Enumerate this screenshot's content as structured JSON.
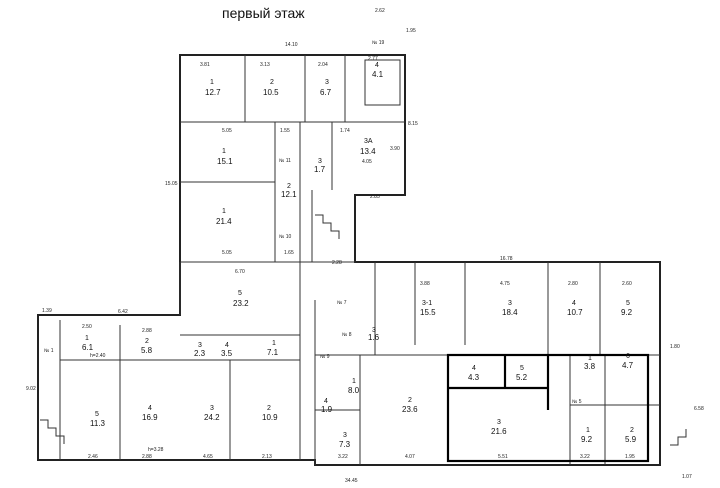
{
  "title": "первый этаж",
  "rooms": [
    {
      "num": "1",
      "area": "12.7"
    },
    {
      "num": "2",
      "area": "10.5"
    },
    {
      "num": "3",
      "area": "6.7"
    },
    {
      "num": "4",
      "area": "4.1"
    },
    {
      "num": "1",
      "area": "15.1"
    },
    {
      "num": "3",
      "area": "1.7"
    },
    {
      "num": "3А",
      "area": "13.4"
    },
    {
      "num": "2",
      "area": "12.1"
    },
    {
      "num": "1",
      "area": "21.4"
    },
    {
      "num": "5",
      "area": "23.2"
    },
    {
      "num": "1",
      "area": "6.1"
    },
    {
      "num": "2",
      "area": "5.8"
    },
    {
      "num": "3",
      "area": "2.3"
    },
    {
      "num": "4",
      "area": "3.5"
    },
    {
      "num": "1",
      "area": "7.1"
    },
    {
      "num": "5",
      "area": "11.3"
    },
    {
      "num": "4",
      "area": "16.9"
    },
    {
      "num": "3",
      "area": "24.2"
    },
    {
      "num": "2",
      "area": "10.9"
    },
    {
      "num": "3-1",
      "area": "15.5"
    },
    {
      "num": "3",
      "area": "18.4"
    },
    {
      "num": "4",
      "area": "10.7"
    },
    {
      "num": "5",
      "area": "9.2"
    },
    {
      "num": "3",
      "area": "1.6"
    },
    {
      "num": "1",
      "area": "8.0"
    },
    {
      "num": "4",
      "area": "1.9"
    },
    {
      "num": "3",
      "area": "7.3"
    },
    {
      "num": "2",
      "area": "23.6"
    },
    {
      "num": "4",
      "area": "4.3"
    },
    {
      "num": "5",
      "area": "5.2"
    },
    {
      "num": "3",
      "area": "21.6"
    },
    {
      "num": "1",
      "area": "3.8"
    },
    {
      "num": "6",
      "area": "4.7"
    },
    {
      "num": "1",
      "area": "9.2"
    },
    {
      "num": "2",
      "area": "5.9"
    }
  ],
  "markers": [
    "№ 19",
    "№ 11",
    "№ 10",
    "№ 7",
    "№ 8",
    "№ 9",
    "№ 1",
    "№ 5",
    "h=2.40",
    "h=3.28"
  ],
  "dimensions": [
    "14.10",
    "2.62",
    "1.95",
    "3.81",
    "3.13",
    "2.04",
    "2.77",
    "15.05",
    "8.15",
    "5.05",
    "1.55",
    "1.74",
    "3.90",
    "4.05",
    "2.85",
    "5.05",
    "1.65",
    "6.70",
    "16.78",
    "2.28",
    "3.88",
    "4.75",
    "2.80",
    "2.60",
    "1.39",
    "6.42",
    "2.50",
    "2.88",
    "9.02",
    "2.46",
    "2.88",
    "4.65",
    "2.13",
    "3.22",
    "4.07",
    "5.51",
    "3.22",
    "1.95",
    "34.45",
    "1.07",
    "1.80",
    "6.58"
  ],
  "colors": {
    "wall": "#222222",
    "line": "#333333",
    "background": "#ffffff"
  }
}
